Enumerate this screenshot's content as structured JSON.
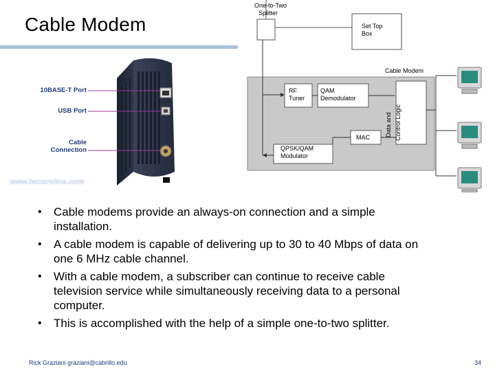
{
  "slide": {
    "title": "Cable Modem",
    "watermark": "www.twcarolina.com",
    "footer": "Rick Graziani graziani@cabrillo.edu",
    "page_number": "34"
  },
  "photo": {
    "port_labels": [
      "10BASE-T Port",
      "USB Port",
      "Cable",
      "Connection"
    ]
  },
  "diagram": {
    "splitter_label_line1": "One-to-Two",
    "splitter_label_line2": "Splitter",
    "set_top_box_line1": "Set Top",
    "set_top_box_line2": "Box",
    "cable_modem_label": "Cable Modem",
    "rf_tuner_line1": "RF",
    "rf_tuner_line2": "Tuner",
    "qam_line1": "QAM",
    "qam_line2": "Demodulator",
    "mac": "MAC",
    "qpsk_line1": "QPSK/QAM",
    "qpsk_line2": "Modulator",
    "data_logic_line1": "Data and",
    "data_logic_line2": "Control Logic"
  },
  "bullets": [
    {
      "line1": "Cable modems provide an always-on connection and a simple",
      "line2": "installation.",
      "line3": ""
    },
    {
      "line1": "A cable modem is capable of delivering up to 30 to 40 Mbps of data on",
      "line2": "one 6 MHz cable channel.",
      "line3": ""
    },
    {
      "line1": "With a cable modem, a subscriber can continue to receive cable",
      "line2": "television service while simultaneously receiving data to a personal",
      "line3": "computer."
    },
    {
      "line1": "This is accomplished with the help of a simple one-to-two splitter.",
      "line2": "",
      "line3": ""
    }
  ],
  "colors": {
    "title_rule": "#a9c4dc",
    "modem_body": "#2c3348",
    "diagram_panel": "#c9c9c9",
    "label_blue": "#1f3d7a"
  },
  "icons": [
    "modem-device-icon",
    "computer-icon"
  ]
}
